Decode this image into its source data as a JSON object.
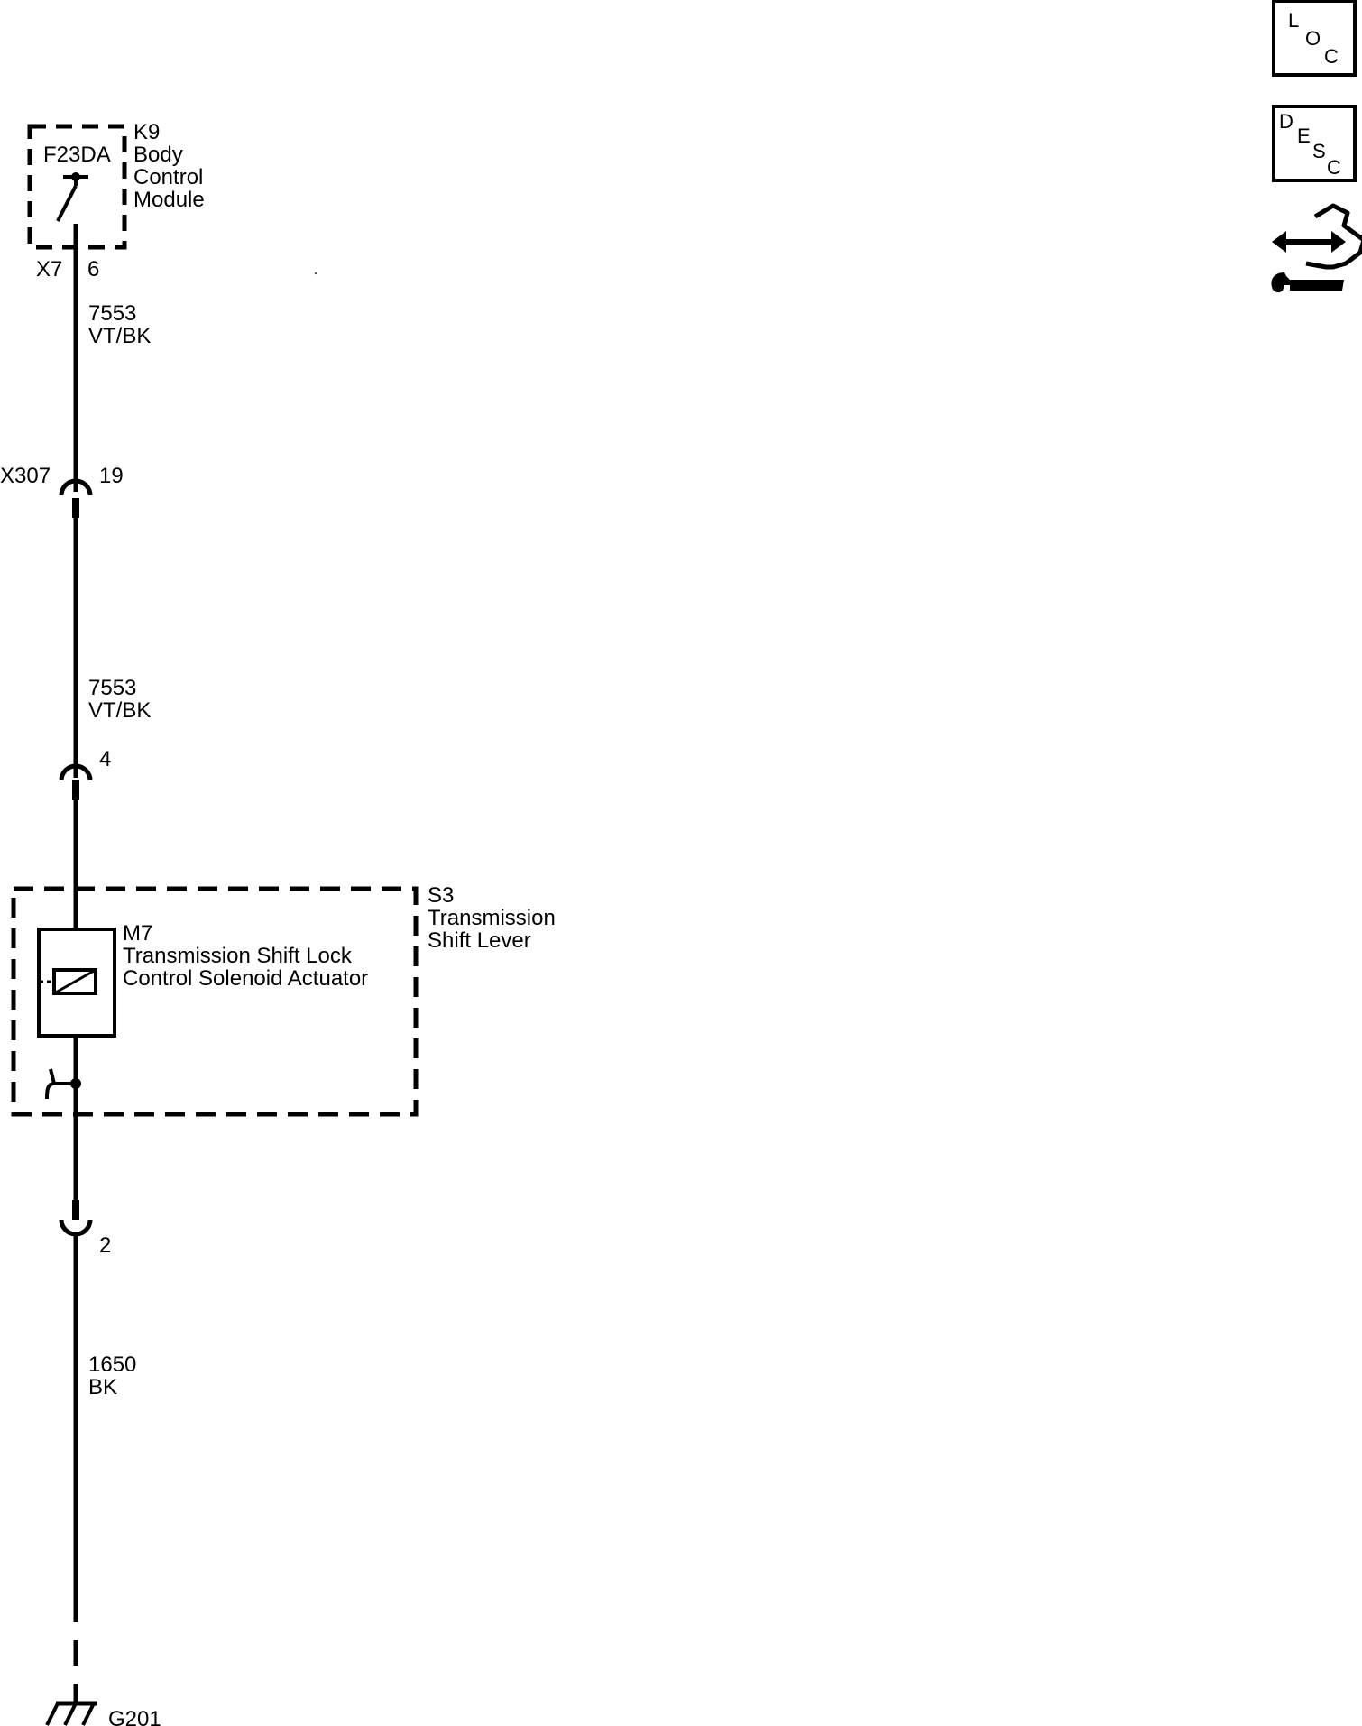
{
  "body_control_module": {
    "fuse": "F23DA",
    "ref": "K9",
    "name_lines": [
      "Body",
      "Control",
      "Module"
    ],
    "connector": "X7",
    "pin": "6"
  },
  "wire_upper": {
    "circuit": "7553",
    "color": "VT/BK"
  },
  "inline_connector": {
    "ref": "X307",
    "pin": "19"
  },
  "wire_middle": {
    "circuit": "7553",
    "color": "VT/BK"
  },
  "shift_lever": {
    "input_pin": "4",
    "ref": "S3",
    "name_lines": [
      "Transmission",
      "Shift Lever"
    ],
    "solenoid": {
      "ref": "M7",
      "name_lines": [
        "Transmission Shift Lock",
        "Control Solenoid Actuator"
      ]
    },
    "output_pin": "2"
  },
  "wire_lower": {
    "circuit": "1650",
    "color": "BK"
  },
  "ground": {
    "ref": "G201"
  },
  "icons": {
    "location": {
      "name": "location-icon",
      "letters": [
        "L",
        "O",
        "C"
      ]
    },
    "description": {
      "name": "description-icon",
      "letters": [
        "D",
        "E",
        "S",
        "C"
      ]
    },
    "service": {
      "name": "connector-repair-icon"
    }
  },
  "colors": {
    "ink": "#000000",
    "background": "#ffffff"
  }
}
